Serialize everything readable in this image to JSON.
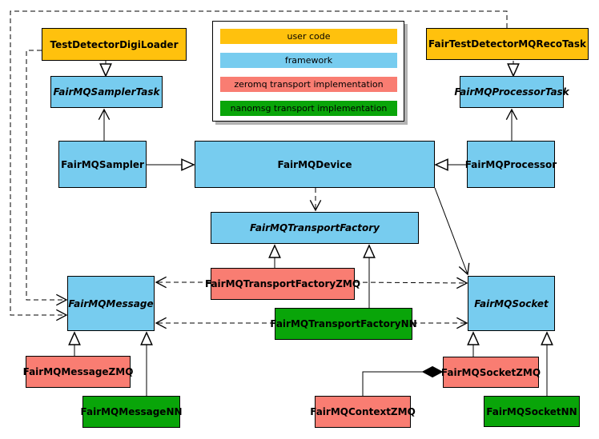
{
  "colors": {
    "user_code": "#FFC10D",
    "framework": "#77CCEF",
    "zeromq": "#F97D72",
    "nanomsg": "#09A509"
  },
  "legend": {
    "items": [
      {
        "label": "user code",
        "color": "#FFC10D"
      },
      {
        "label": "framework",
        "color": "#77CCEF"
      },
      {
        "label": "zeromq transport implementation",
        "color": "#F97D72"
      },
      {
        "label": "nanomsg transport implementation",
        "color": "#09A509"
      }
    ]
  },
  "nodes": {
    "test_detector_digi_loader": {
      "label": "TestDetectorDigiLoader",
      "layer": "user code"
    },
    "fair_test_detector_mq_reco_task": {
      "label": "FairTestDetectorMQRecoTask",
      "layer": "user code"
    },
    "fairmq_sampler_task": {
      "label": "FairMQSamplerTask",
      "layer": "framework",
      "abstract": true
    },
    "fairmq_processor_task": {
      "label": "FairMQProcessorTask",
      "layer": "framework",
      "abstract": true
    },
    "fairmq_sampler": {
      "label": "FairMQSampler",
      "layer": "framework"
    },
    "fairmq_device": {
      "label": "FairMQDevice",
      "layer": "framework"
    },
    "fairmq_processor": {
      "label": "FairMQProcessor",
      "layer": "framework"
    },
    "fairmq_transport_factory": {
      "label": "FairMQTransportFactory",
      "layer": "framework",
      "abstract": true
    },
    "fairmq_transport_factory_zmq": {
      "label": "FairMQTransportFactoryZMQ",
      "layer": "zeromq"
    },
    "fairmq_transport_factory_nn": {
      "label": "FairMQTransportFactoryNN",
      "layer": "nanomsg"
    },
    "fairmq_message": {
      "label": "FairMQMessage",
      "layer": "framework",
      "abstract": true
    },
    "fairmq_socket": {
      "label": "FairMQSocket",
      "layer": "framework",
      "abstract": true
    },
    "fairmq_message_zmq": {
      "label": "FairMQMessageZMQ",
      "layer": "zeromq"
    },
    "fairmq_message_nn": {
      "label": "FairMQMessageNN",
      "layer": "nanomsg"
    },
    "fairmq_context_zmq": {
      "label": "FairMQContextZMQ",
      "layer": "zeromq"
    },
    "fairmq_socket_zmq": {
      "label": "FairMQSocketZMQ",
      "layer": "zeromq"
    },
    "fairmq_socket_nn": {
      "label": "FairMQSocketNN",
      "layer": "nanomsg"
    }
  },
  "edges": [
    {
      "from": "TestDetectorDigiLoader",
      "to": "FairMQSamplerTask",
      "type": "hollow-triangle"
    },
    {
      "from": "FairTestDetectorMQRecoTask",
      "to": "FairMQProcessorTask",
      "type": "hollow-triangle"
    },
    {
      "from": "FairMQSampler",
      "to": "FairMQSamplerTask",
      "type": "open-arrow"
    },
    {
      "from": "FairMQProcessor",
      "to": "FairMQProcessorTask",
      "type": "open-arrow"
    },
    {
      "from": "FairMQSampler",
      "to": "FairMQDevice",
      "type": "hollow-triangle"
    },
    {
      "from": "FairMQProcessor",
      "to": "FairMQDevice",
      "type": "hollow-triangle"
    },
    {
      "from": "FairMQDevice",
      "to": "FairMQTransportFactory",
      "type": "dashed-open-arrow"
    },
    {
      "from": "FairMQDevice",
      "to": "FairMQSocket",
      "type": "open-arrow"
    },
    {
      "from": "FairTestDetectorMQRecoTask",
      "to": "FairMQMessage",
      "type": "dashed-open-arrow"
    },
    {
      "from": "TestDetectorDigiLoader",
      "to": "FairMQMessage",
      "type": "dashed-open-arrow"
    },
    {
      "from": "FairMQTransportFactoryZMQ",
      "to": "FairMQMessage",
      "type": "dashed-open-arrow"
    },
    {
      "from": "FairMQTransportFactoryZMQ",
      "to": "FairMQSocket",
      "type": "dashed-open-arrow"
    },
    {
      "from": "FairMQTransportFactoryNN",
      "to": "FairMQMessage",
      "type": "dashed-open-arrow"
    },
    {
      "from": "FairMQTransportFactoryNN",
      "to": "FairMQSocket",
      "type": "dashed-open-arrow"
    },
    {
      "from": "FairMQTransportFactoryZMQ",
      "to": "FairMQTransportFactory",
      "type": "hollow-triangle"
    },
    {
      "from": "FairMQTransportFactoryNN",
      "to": "FairMQTransportFactory",
      "type": "hollow-triangle"
    },
    {
      "from": "FairMQMessageZMQ",
      "to": "FairMQMessage",
      "type": "hollow-triangle"
    },
    {
      "from": "FairMQMessageNN",
      "to": "FairMQMessage",
      "type": "hollow-triangle"
    },
    {
      "from": "FairMQSocketZMQ",
      "to": "FairMQSocket",
      "type": "hollow-triangle"
    },
    {
      "from": "FairMQSocketNN",
      "to": "FairMQSocket",
      "type": "hollow-triangle"
    },
    {
      "from": "FairMQContextZMQ",
      "to": "FairMQSocketZMQ",
      "type": "filled-diamond"
    }
  ]
}
